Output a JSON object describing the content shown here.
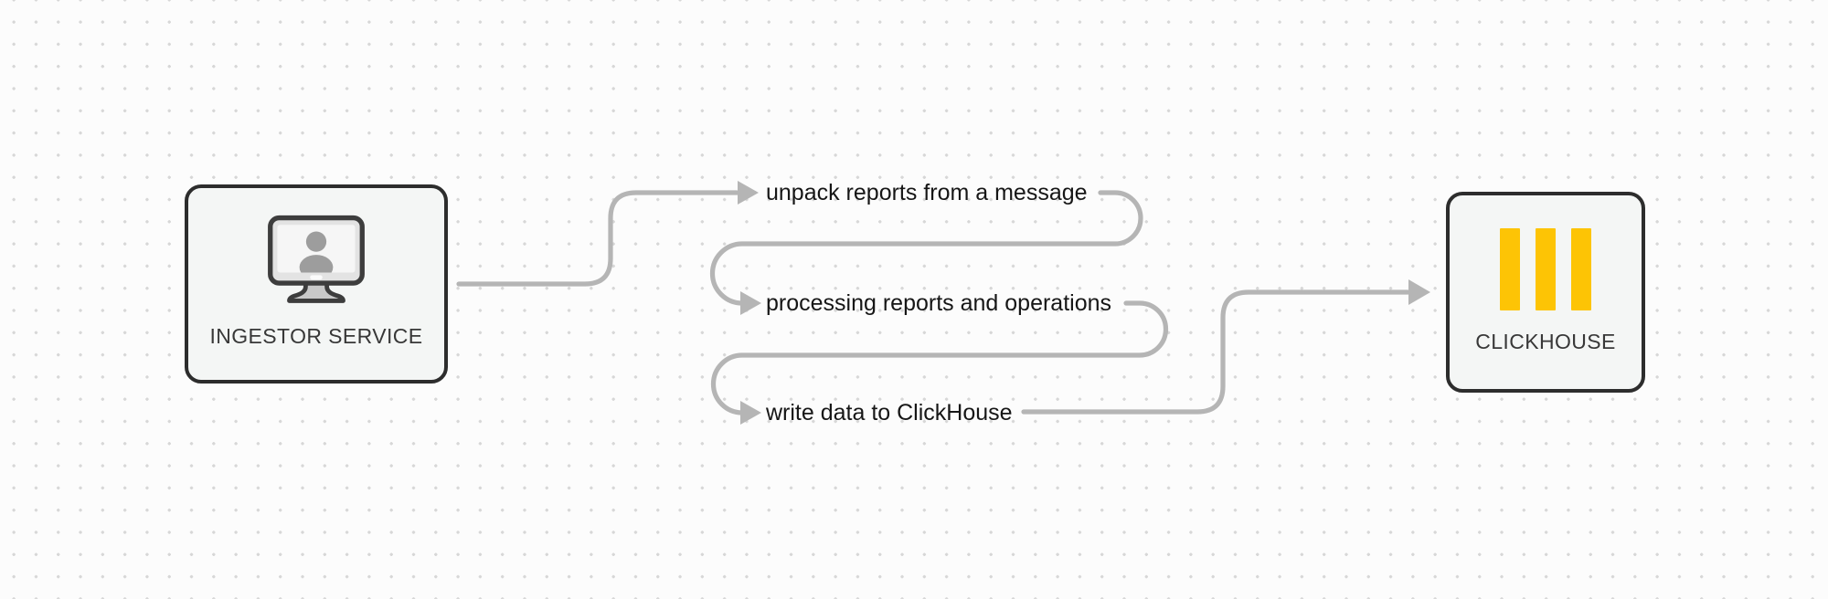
{
  "nodes": {
    "ingestor": {
      "label": "INGESTOR SERVICE",
      "icon": "monitor-user-icon"
    },
    "clickhouse": {
      "label": "CLICKHOUSE",
      "icon": "clickhouse-bars-icon"
    }
  },
  "steps": [
    {
      "label": "unpack reports from a message"
    },
    {
      "label": "processing reports and operations"
    },
    {
      "label": "write data to ClickHouse"
    }
  ],
  "colors": {
    "background": "#fcfcfc",
    "dot_grid": "#d7d7d7",
    "line": "#b5b5b5",
    "node_border": "#2d2d2d",
    "node_background": "#f4f6f5",
    "clickhouse_bar": "#fdc405",
    "text": "#161616"
  }
}
